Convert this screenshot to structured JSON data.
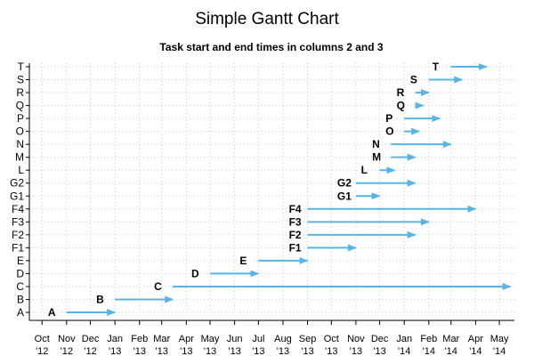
{
  "chart_data": {
    "type": "gantt",
    "title": "Simple Gantt Chart",
    "subtitle": "Task start and end times in columns 2 and 3",
    "x_ticks": [
      [
        "Oct",
        "'12"
      ],
      [
        "Nov",
        "'12"
      ],
      [
        "Dec",
        "'12"
      ],
      [
        "Jan",
        "'13"
      ],
      [
        "Feb",
        "'13"
      ],
      [
        "Mar",
        "'13"
      ],
      [
        "Apr",
        "'13"
      ],
      [
        "May",
        "'13"
      ],
      [
        "Jun",
        "'13"
      ],
      [
        "Jul",
        "'13"
      ],
      [
        "Aug",
        "'13"
      ],
      [
        "Sep",
        "'13"
      ],
      [
        "Oct",
        "'13"
      ],
      [
        "Nov",
        "'13"
      ],
      [
        "Dec",
        "'13"
      ],
      [
        "Jan",
        "'14"
      ],
      [
        "Feb",
        "'14"
      ],
      [
        "Mar",
        "'14"
      ],
      [
        "Apr",
        "'14"
      ],
      [
        "May",
        "'14"
      ]
    ],
    "xlim": [
      "2012-09-15",
      "2014-05-20"
    ],
    "grid": true,
    "series_color": "#56b4e9",
    "tasks": [
      {
        "name": "A",
        "start": "2012-11-01",
        "end": "2013-01-01"
      },
      {
        "name": "B",
        "start": "2013-01-01",
        "end": "2013-03-15"
      },
      {
        "name": "C",
        "start": "2013-03-15",
        "end": "2014-05-15"
      },
      {
        "name": "D",
        "start": "2013-05-01",
        "end": "2013-07-01"
      },
      {
        "name": "E",
        "start": "2013-07-01",
        "end": "2013-09-01"
      },
      {
        "name": "F1",
        "start": "2013-09-01",
        "end": "2013-11-01"
      },
      {
        "name": "F2",
        "start": "2013-09-01",
        "end": "2014-01-15"
      },
      {
        "name": "F3",
        "start": "2013-09-01",
        "end": "2014-02-01"
      },
      {
        "name": "F4",
        "start": "2013-09-01",
        "end": "2014-04-01"
      },
      {
        "name": "G1",
        "start": "2013-11-01",
        "end": "2013-12-01"
      },
      {
        "name": "G2",
        "start": "2013-11-01",
        "end": "2014-01-15"
      },
      {
        "name": "L",
        "start": "2013-12-01",
        "end": "2013-12-20"
      },
      {
        "name": "M",
        "start": "2013-12-15",
        "end": "2014-01-15"
      },
      {
        "name": "N",
        "start": "2013-12-15",
        "end": "2014-03-01"
      },
      {
        "name": "O",
        "start": "2014-01-01",
        "end": "2014-01-20"
      },
      {
        "name": "P",
        "start": "2014-01-01",
        "end": "2014-02-15"
      },
      {
        "name": "Q",
        "start": "2014-01-15",
        "end": "2014-01-25"
      },
      {
        "name": "R",
        "start": "2014-01-15",
        "end": "2014-02-01"
      },
      {
        "name": "S",
        "start": "2014-02-01",
        "end": "2014-03-15"
      },
      {
        "name": "T",
        "start": "2014-03-01",
        "end": "2014-04-15"
      }
    ]
  }
}
